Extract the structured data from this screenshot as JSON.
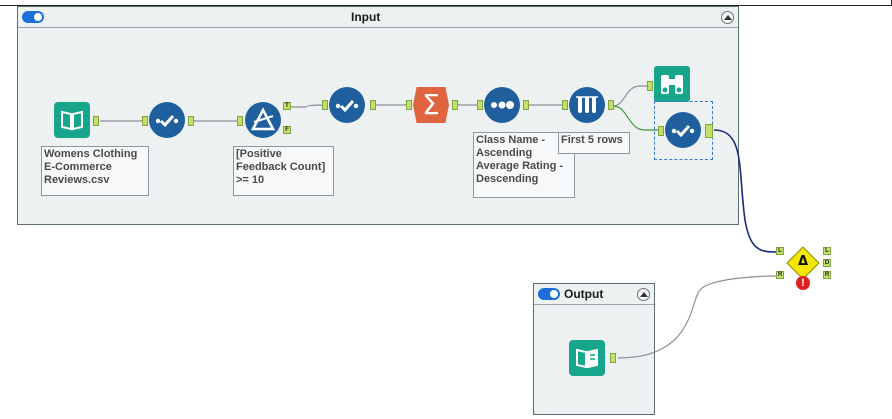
{
  "containers": {
    "input": {
      "title": "Input"
    },
    "output": {
      "title": "Output"
    }
  },
  "tools": {
    "input_data": {
      "annotation": "Womens Clothing\nE-Commerce\nReviews.csv"
    },
    "filter": {
      "annotation": "[Positive\nFeedback Count]\n>= 10",
      "true_anchor": "T",
      "false_anchor": "F"
    },
    "summarize": {
      "symbol": "Σ"
    },
    "sort": {
      "annotation": "Class Name -\nAscending\nAverage Rating -\nDescending"
    },
    "sample": {
      "annotation": "First 5 rows"
    },
    "test": {
      "symbol": "Δ",
      "left_anchor": "L",
      "right_anchor": "R",
      "out_l": "L",
      "out_d": "D",
      "out_r": "R",
      "error_symbol": "!"
    }
  },
  "colors": {
    "container_bg": "#eef1f2",
    "tool_blue": "#1f5f9e",
    "tool_teal": "#16a085",
    "summarize_orange": "#e0643f",
    "anchor_green": "#c3e06a",
    "test_yellow": "#f3e600",
    "error_red": "#e02020"
  }
}
